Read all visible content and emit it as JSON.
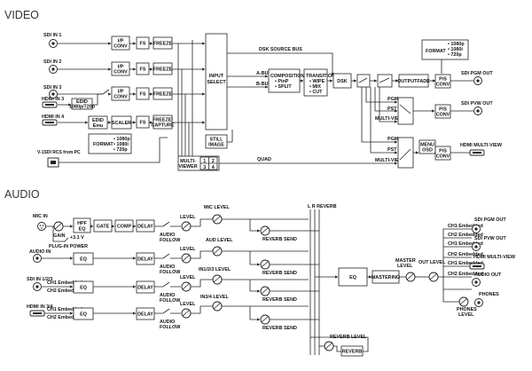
{
  "video": {
    "title": "VIDEO",
    "inputs": {
      "sdi1": "SDI IN 1",
      "sdi2": "SDI IN 2",
      "sdi3": "SDI IN 3",
      "hdmi3": "HDMI IN 3",
      "hdmi4": "HDMI IN 4",
      "pc": "V-1SDI RCS from PC"
    },
    "edid": [
      "EDID",
      "1080p/720p"
    ],
    "edid_emu": [
      "EDID",
      "Emu"
    ],
    "scaler": "SCALER",
    "format_left": {
      "label": "FORMAT",
      "options": [
        "• 1080p",
        "• 1080i",
        "• 720p"
      ]
    },
    "format_right": {
      "label": "FORMAT",
      "options": [
        "• 1080p",
        "• 1080i",
        "• 720p"
      ]
    },
    "ip_conv": [
      "I/P",
      "CONV"
    ],
    "fs": "FS",
    "freeze": "FREEZE",
    "freeze_capture": [
      "FREEZE/",
      "CAPTURE"
    ],
    "bus_numbers": [
      "1",
      "2",
      "3",
      "4"
    ],
    "input_select": [
      "INPUT",
      "SELECT"
    ],
    "dsk_source_bus": "DSK SOURCE BUS",
    "a_bus": "A-BUS",
    "b_bus": "B-BUS",
    "composition": [
      "COMPOSITION",
      "• PinP",
      "• SPLIT"
    ],
    "transition": [
      "TRANSITION",
      "• WIPE",
      "• MIX",
      "• CUT"
    ],
    "dsk": "DSK",
    "outputfade": "OUTPUTFADE",
    "still_image": [
      "STILL",
      "IMAGE"
    ],
    "multi_viewer": [
      "MULTI-",
      "VIEWER"
    ],
    "mv_cells": [
      "1",
      "2",
      "3",
      "4"
    ],
    "quad": "QUAD",
    "pgm": "PGM",
    "pst": "PST",
    "multi_view": "MULTI-VIEW",
    "menu_osd": [
      "MENU",
      "OSD"
    ],
    "ps_conv": [
      "P/S",
      "CONV"
    ],
    "outputs": {
      "sdi_pgm": "SDI PGM OUT",
      "sdi_pvw": "SDI PVW OUT",
      "hdmi_mv": "HDMI MULTI-VIEW"
    }
  },
  "audio": {
    "title": "AUDIO",
    "inputs": {
      "mic": "MIC IN",
      "audio": "AUDIO IN",
      "sdi123": "SDI IN 1/2/3",
      "hdmi34": "HDMI IN 3/4"
    },
    "gain": "GAIN",
    "plug_in_power": "PLUG-IN POWER",
    "voltage": "+3.1 V",
    "hpf_eq": [
      "HPF",
      "EQ"
    ],
    "gate": "GATE",
    "comp": "COMP",
    "delay": "DELAY",
    "eq": "EQ",
    "ch1_embedded": "CH1 Embedded",
    "ch2_embedded": "CH2 Embedded",
    "level": "LEVEL",
    "audio_follow": [
      "AUDIO",
      "FOLLOW"
    ],
    "mic_level": "MIC LEVEL",
    "aud_level": "AUD LEVEL",
    "in123_level": "IN1/2/3 LEVEL",
    "in34_level": "IN3/4 LEVEL",
    "reverb_send": "REVERB SEND",
    "l_r_reverb": "L  R  REVERB",
    "master_level": [
      "MASTER",
      "LEVEL"
    ],
    "mastering": "MASTERING",
    "out_level": "OUT LEVEL",
    "reverb_level": "REVERB LEVEL",
    "reverb": "REVERB",
    "outputs": {
      "sdi_pgm": "SDI PGM OUT",
      "sdi_pvw": "SDI PVW OUT",
      "hdmi_mv": "HDMI MULTI-VIEW",
      "audio_out": "AUDIO OUT",
      "phones": "PHONES",
      "phones_level": [
        "PHONES",
        "LEVEL"
      ]
    },
    "embedded_labels": [
      "CH1 Embedded",
      "CH2 Embedded",
      "CH1 Embedded",
      "CH2 Embedded",
      "CH1 Embedded",
      "CH2 Embedded"
    ]
  },
  "colors": {
    "line": "#222222",
    "text": "#111111",
    "background": "#ffffff"
  }
}
